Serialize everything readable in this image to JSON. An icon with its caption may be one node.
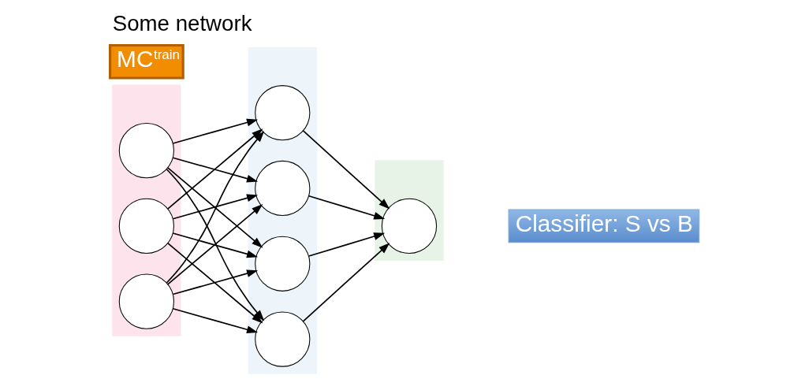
{
  "diagram": {
    "title": "Some network",
    "nodes": [
      {
        "text": [],
        "shape": "box"
      },
      {
        "text": [],
        "shape": "circle",
        "in": 0
      },
      {
        "text": [],
        "shape": "circle",
        "in": 0
      },
      {
        "text": [],
        "shape": "circle",
        "in": 0
      },
      {
        "text": [],
        "shape": "box"
      },
      {
        "text": [],
        "shape": "circle",
        "in": 4
      },
      {
        "text": [],
        "shape": "circle",
        "in": 4
      },
      {
        "text": [],
        "shape": "circle",
        "in": 4
      },
      {
        "text": [],
        "shape": "circle",
        "in": 4
      },
      {
        "text": [],
        "shape": "box"
      },
      {
        "text": [],
        "shape": "circle",
        "in": 9
      },
      {
        "text": [
          "Classifier: S vs B"
        ]
      },
      {
        "text": [
          "MC$^{train}$"
        ]
      }
    ],
    "edges": [
      {
        "from": 1,
        "to": 5,
        "arrow": "to"
      },
      {
        "from": 1,
        "to": 6,
        "arrow": "to"
      },
      {
        "from": 1,
        "to": 7,
        "arrow": "to"
      },
      {
        "from": 1,
        "to": 8,
        "arrow": "to"
      },
      {
        "from": 2,
        "to": 5,
        "arrow": "to"
      },
      {
        "from": 2,
        "to": 6,
        "arrow": "to"
      },
      {
        "from": 2,
        "to": 7,
        "arrow": "to"
      },
      {
        "from": 2,
        "to": 8,
        "arrow": "to"
      },
      {
        "from": 3,
        "to": 5,
        "arrow": "to"
      },
      {
        "from": 3,
        "to": 6,
        "arrow": "to"
      },
      {
        "from": 3,
        "to": 7,
        "arrow": "to"
      },
      {
        "from": 3,
        "to": 8,
        "arrow": "to"
      },
      {
        "from": 5,
        "to": 10,
        "arrow": "to"
      },
      {
        "from": 6,
        "to": 10,
        "arrow": "to"
      },
      {
        "from": 7,
        "to": 10,
        "arrow": "to"
      },
      {
        "from": 8,
        "to": 10,
        "arrow": "to"
      }
    ]
  }
}
